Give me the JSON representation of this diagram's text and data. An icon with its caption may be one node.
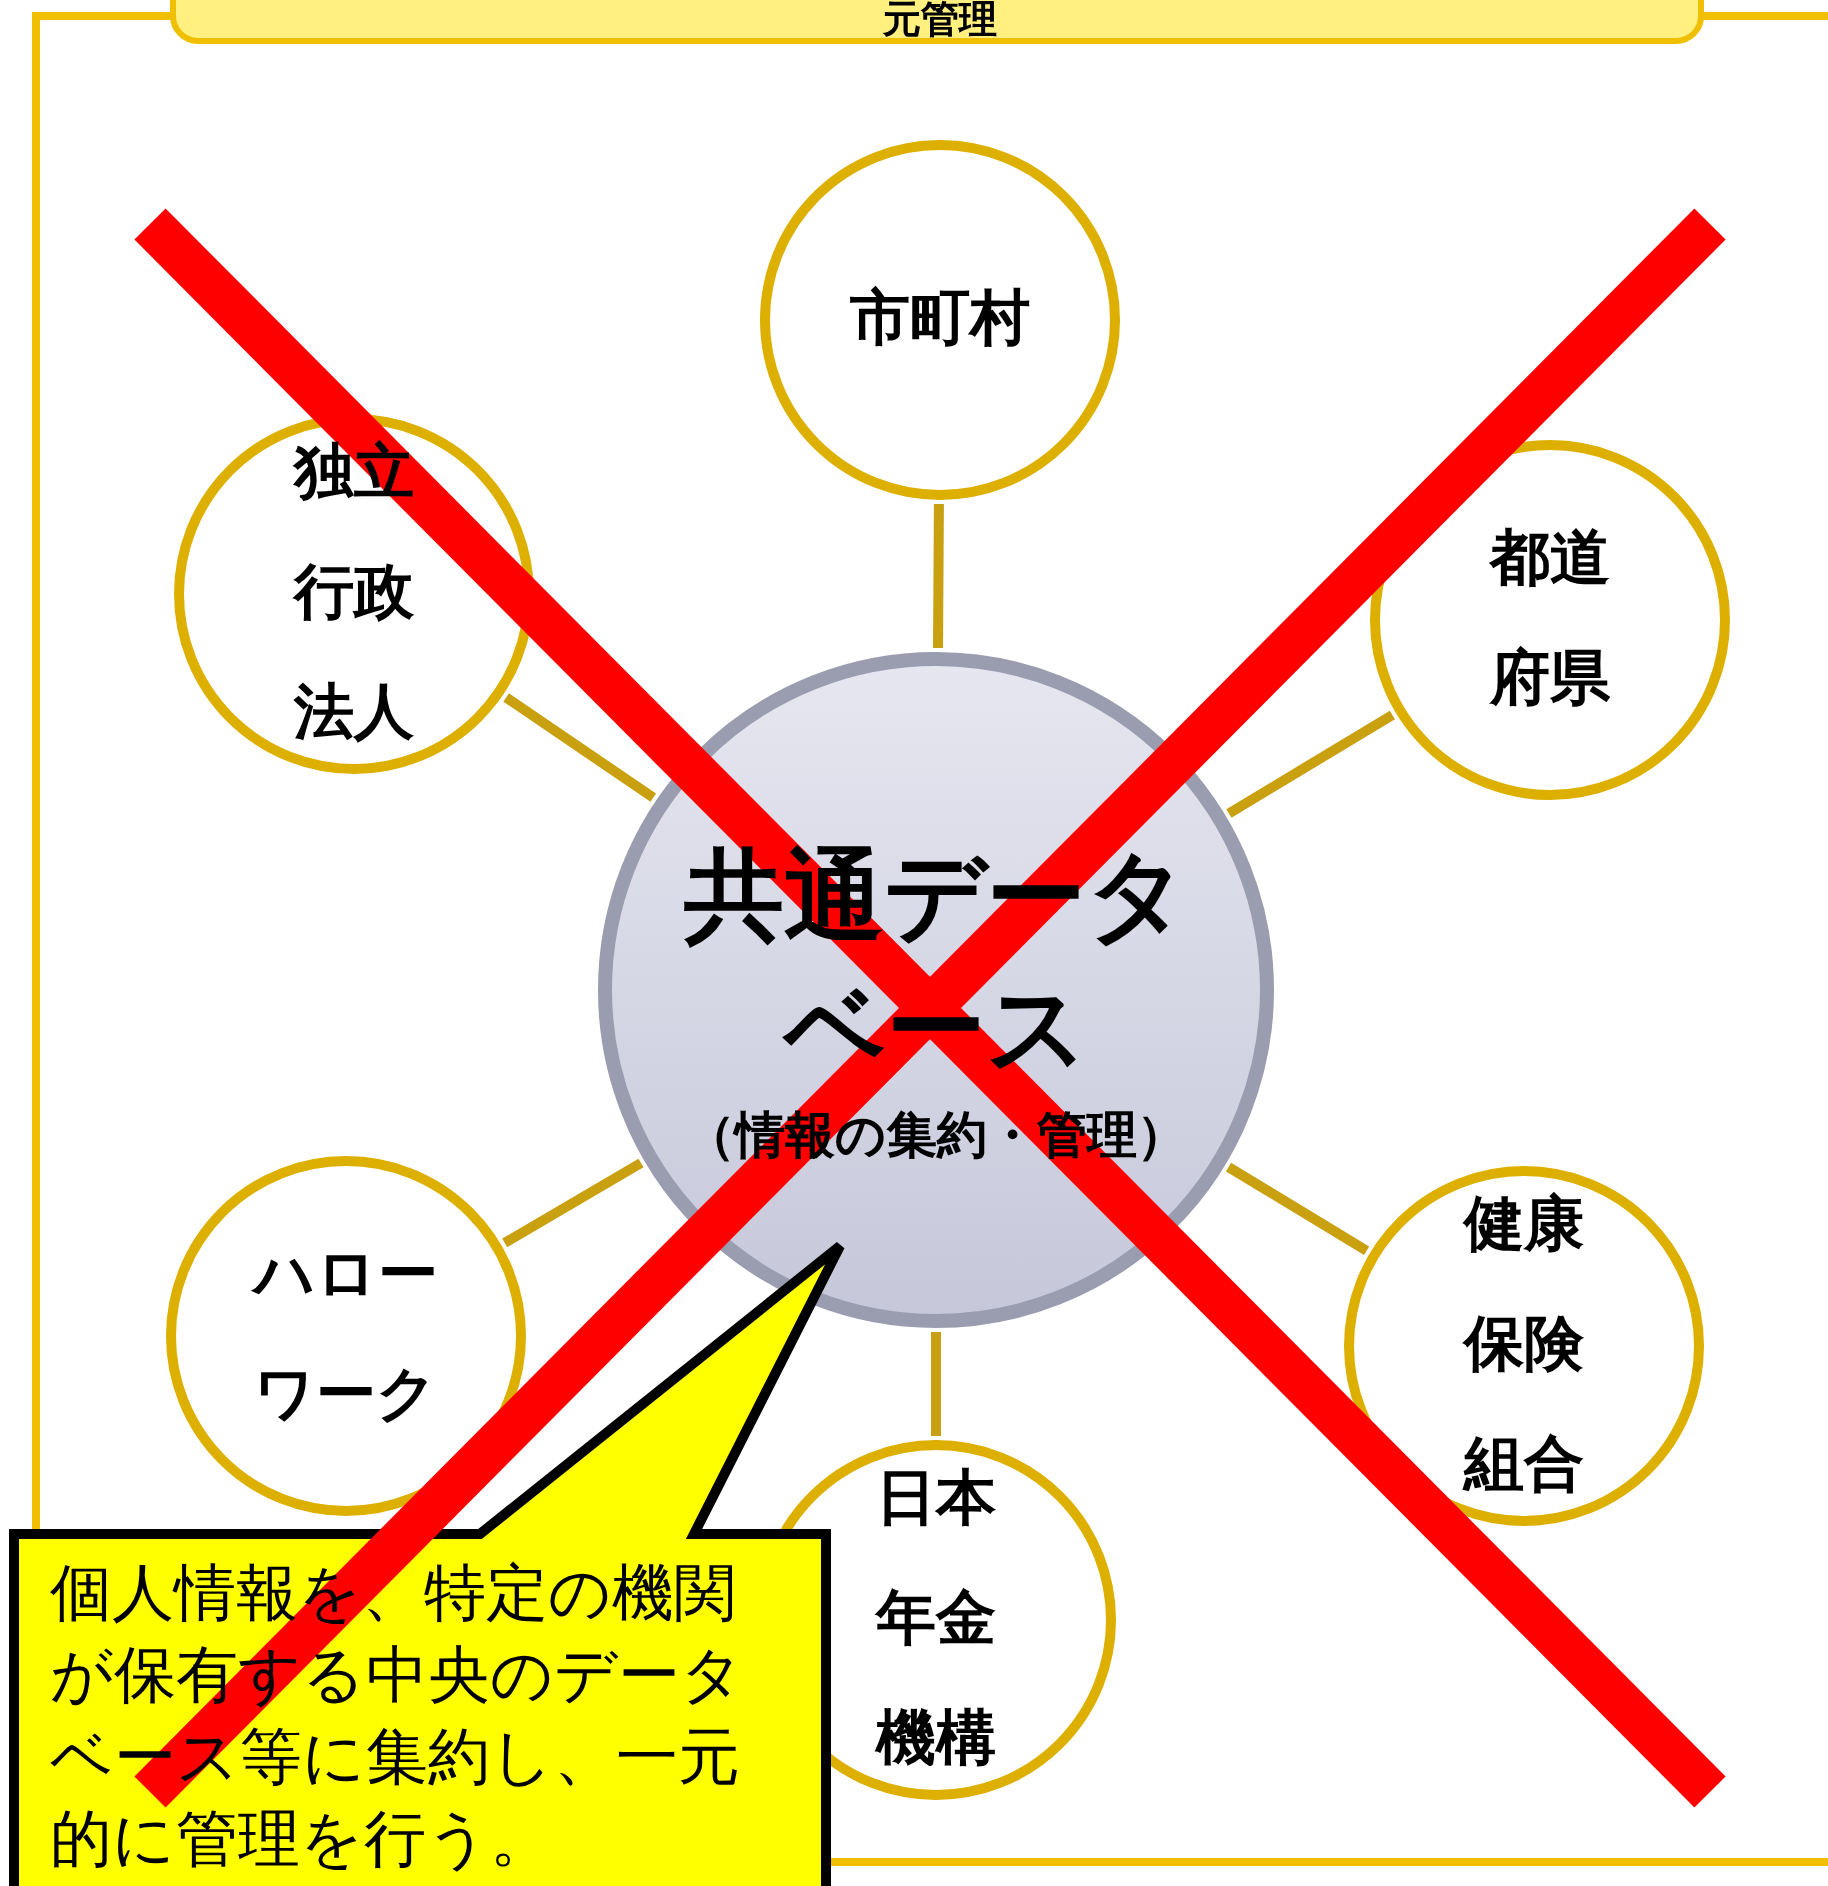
{
  "diagram": {
    "title": "元管理",
    "nodes": [
      {
        "text": [
          "共通データベース",
          "（情報の集約・管理）"
        ]
      },
      {
        "text": [
          "市町村"
        ]
      },
      {
        "text": [
          "独立行政法人"
        ]
      },
      {
        "text": [
          "都道府県"
        ]
      },
      {
        "text": [
          "ハローワーク"
        ]
      },
      {
        "text": [
          "健康保険組合"
        ]
      },
      {
        "text": [
          "日本年金機構"
        ]
      },
      {
        "text": [
          "個人情報を、特定の機関が保有する中央のデータベース等に集約し、一元的に管理を行う。"
        ]
      }
    ],
    "edges": [
      {
        "from": 0,
        "to": 1,
        "arrow": "none"
      },
      {
        "from": 0,
        "to": 2,
        "arrow": "none"
      },
      {
        "from": 0,
        "to": 3,
        "arrow": "none"
      },
      {
        "from": 0,
        "to": 4,
        "arrow": "none"
      },
      {
        "from": 0,
        "to": 5,
        "arrow": "none"
      },
      {
        "from": 0,
        "to": 6,
        "arrow": "none"
      }
    ]
  }
}
